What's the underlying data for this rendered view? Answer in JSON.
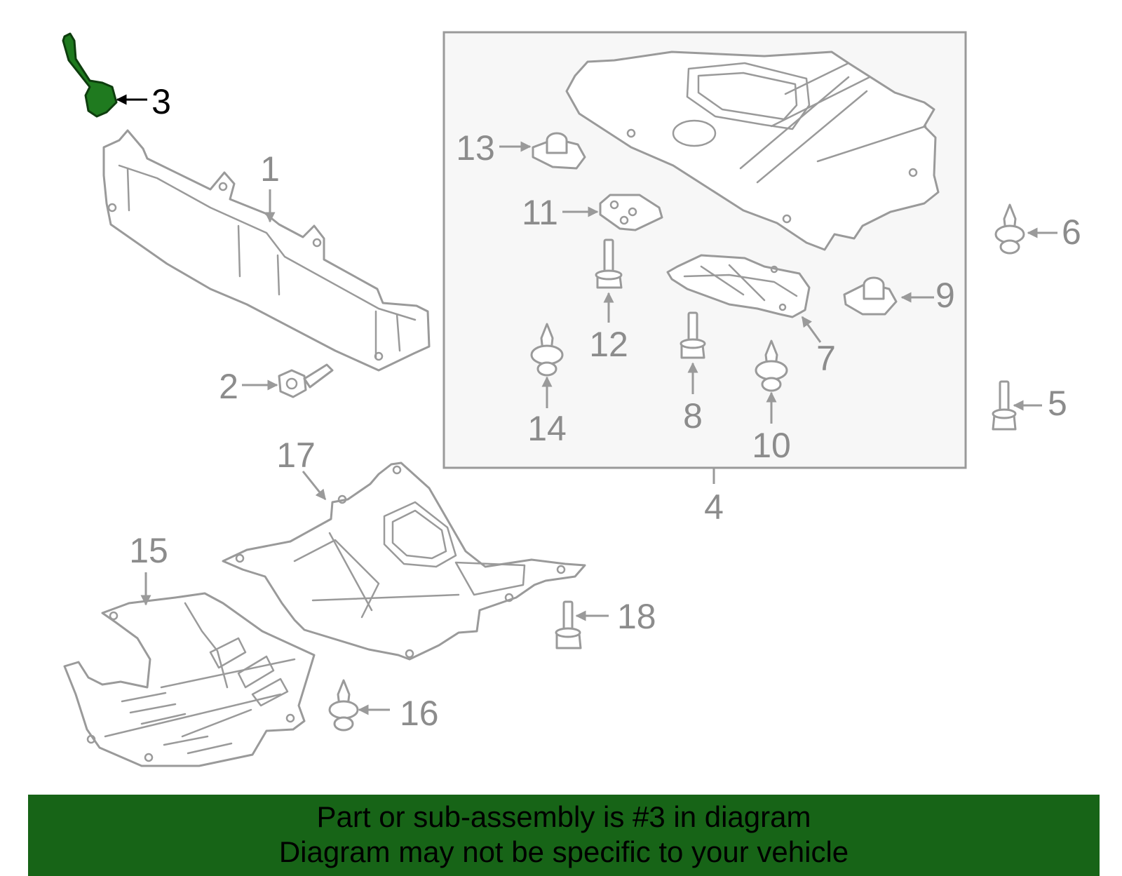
{
  "callouts": {
    "c1": "1",
    "c2": "2",
    "c3": "3",
    "c4": "4",
    "c5": "5",
    "c6": "6",
    "c7": "7",
    "c8": "8",
    "c9": "9",
    "c10": "10",
    "c11": "11",
    "c12": "12",
    "c13": "13",
    "c14": "14",
    "c15": "15",
    "c16": "16",
    "c17": "17",
    "c18": "18"
  },
  "highlighted_part": "3",
  "colors": {
    "highlight": "#1f7a1f",
    "banner": "#176417",
    "line": "#9a9a9a",
    "inset_fill": "#f7f7f7"
  },
  "banner": {
    "line1": "Part or sub-assembly is #3 in diagram",
    "line2": "Diagram may not be specific to your vehicle"
  }
}
